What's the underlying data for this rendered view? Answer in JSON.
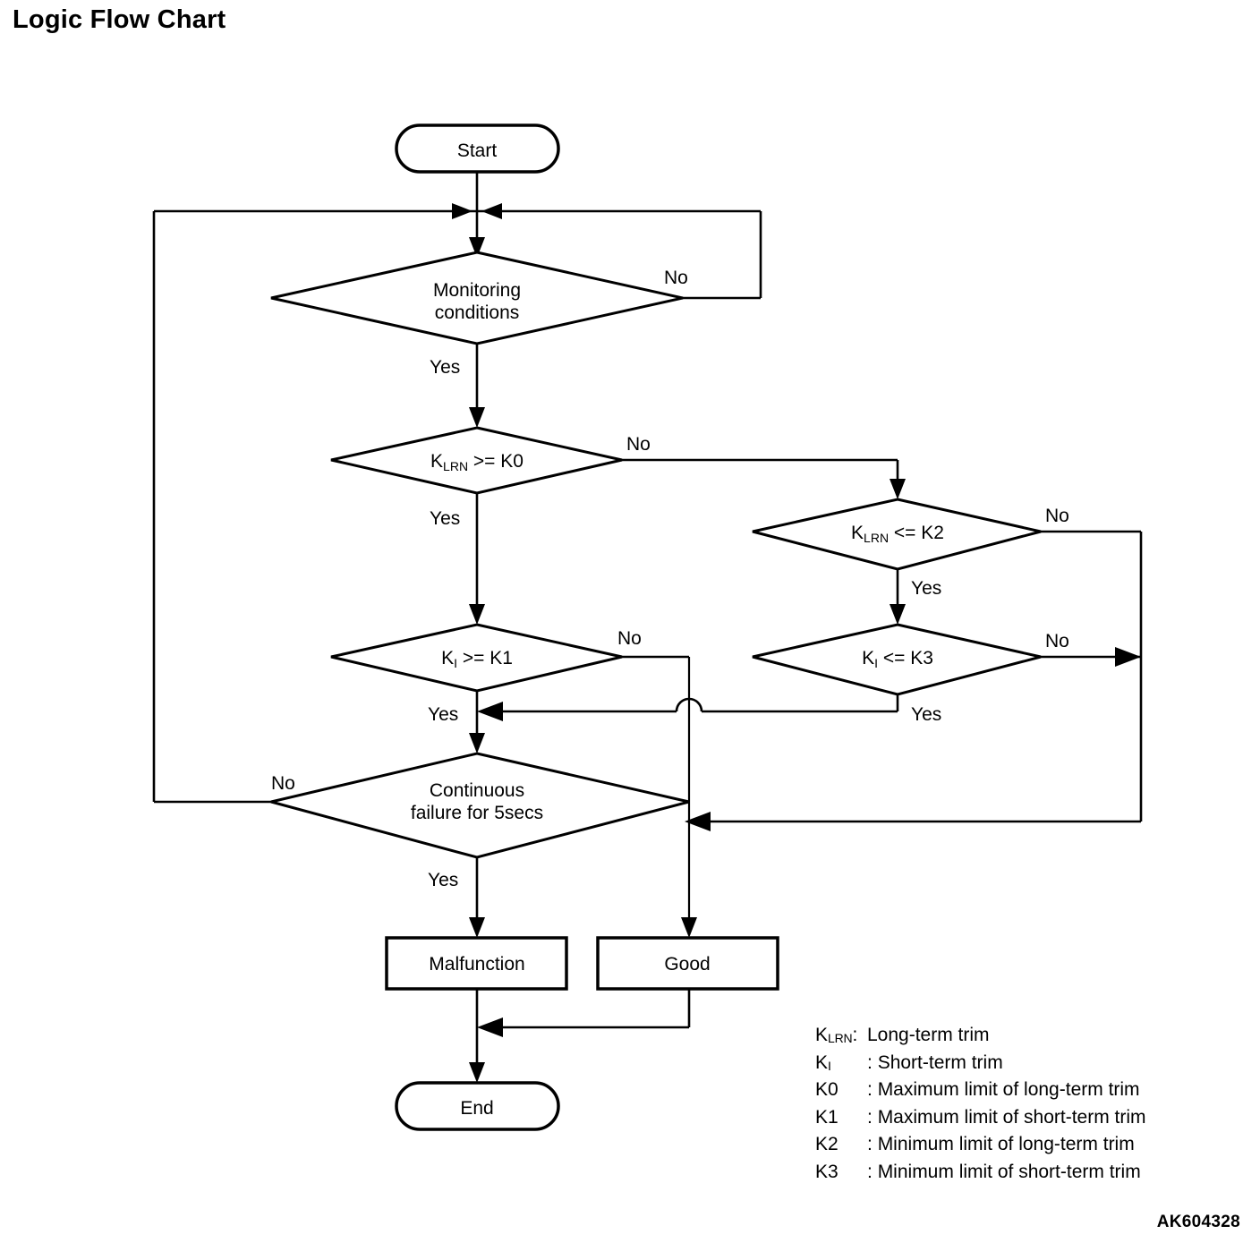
{
  "title": "Logic Flow Chart",
  "drawing_code": "AK604328",
  "nodes": {
    "start": "Start",
    "monitoring_line1": "Monitoring",
    "monitoring_line2": "conditions",
    "klrn_ge_k0_k": "K",
    "klrn_ge_k0_sub": "LRN",
    "klrn_ge_k0_rest": " >= K0",
    "klrn_le_k2_k": "K",
    "klrn_le_k2_sub": "LRN",
    "klrn_le_k2_rest": " <= K2",
    "ki_ge_k1_k": "K",
    "ki_ge_k1_sub": "I",
    "ki_ge_k1_rest": " >= K1",
    "ki_le_k3_k": "K",
    "ki_le_k3_sub": "I",
    "ki_le_k3_rest": " <= K3",
    "continuous_line1": "Continuous",
    "continuous_line2": "failure for 5secs",
    "malfunction": "Malfunction",
    "good": "Good",
    "end": "End"
  },
  "branches": {
    "monitoring_no": "No",
    "monitoring_yes": "Yes",
    "klrn_k0_no": "No",
    "klrn_k0_yes": "Yes",
    "klrn_k2_no": "No",
    "klrn_k2_yes": "Yes",
    "ki_k1_no": "No",
    "ki_k1_yes": "Yes",
    "ki_k3_no": "No",
    "ki_k3_yes": "Yes",
    "continuous_no": "No",
    "continuous_yes": "Yes"
  },
  "legend": [
    {
      "sym": "K",
      "sub": "LRN",
      "sep": ":",
      "desc": "Long-term trim"
    },
    {
      "sym": "K",
      "sub": "I",
      "sep": ":",
      "desc": "Short-term trim"
    },
    {
      "sym": "K0",
      "sub": "",
      "sep": ":",
      "desc": "Maximum limit of long-term trim"
    },
    {
      "sym": "K1",
      "sub": "",
      "sep": ":",
      "desc": "Maximum limit of short-term trim"
    },
    {
      "sym": "K2",
      "sub": "",
      "sep": ":",
      "desc": "Minimum limit of long-term trim"
    },
    {
      "sym": "K3",
      "sub": "",
      "sep": ":",
      "desc": "Minimum limit of short-term trim"
    }
  ],
  "colors": {
    "ink": "#000000",
    "paper": "#ffffff"
  },
  "chart_data": {
    "type": "flowchart",
    "orientation": "top-to-bottom",
    "steps": [
      {
        "id": "start",
        "shape": "terminator",
        "text": "Start"
      },
      {
        "id": "monitoring",
        "shape": "decision",
        "text": "Monitoring conditions",
        "yes": "klrn_ge_k0",
        "no": "start_merge"
      },
      {
        "id": "klrn_ge_k0",
        "shape": "decision",
        "text": "KLRN >= K0",
        "yes": "ki_ge_k1",
        "no": "klrn_le_k2"
      },
      {
        "id": "klrn_le_k2",
        "shape": "decision",
        "text": "KLRN <= K2",
        "yes": "ki_le_k3",
        "no": "continuous"
      },
      {
        "id": "ki_ge_k1",
        "shape": "decision",
        "text": "KI >= K1",
        "yes": "continuous",
        "no": "good"
      },
      {
        "id": "ki_le_k3",
        "shape": "decision",
        "text": "KI <= K3",
        "yes": "ki_ge_k1_yes_join",
        "no": "continuous"
      },
      {
        "id": "continuous",
        "shape": "decision",
        "text": "Continuous failure for 5secs",
        "yes": "malfunction",
        "no": "start_merge"
      },
      {
        "id": "malfunction",
        "shape": "process",
        "text": "Malfunction",
        "next": "end"
      },
      {
        "id": "good",
        "shape": "process",
        "text": "Good",
        "next": "end"
      },
      {
        "id": "end",
        "shape": "terminator",
        "text": "End"
      }
    ]
  }
}
